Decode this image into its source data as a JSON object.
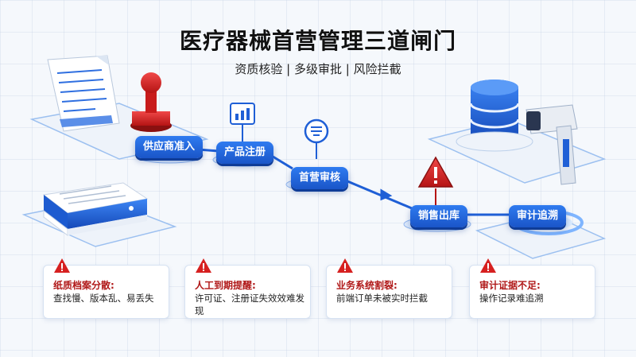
{
  "title": "医疗器械首营管理三道闸门",
  "subtitle": "资质核验 | 多级审批 | 风险拦截",
  "flow_steps": [
    {
      "label": "供应商准入"
    },
    {
      "label": "产品注册"
    },
    {
      "label": "首营审核"
    },
    {
      "label": "销售出库"
    },
    {
      "label": "审计追溯"
    }
  ],
  "risk_cards": [
    {
      "heading": "纸质档案分散:",
      "text": "查找慢、版本乱、易丢失"
    },
    {
      "heading": "人工到期提醒:",
      "text": "许可证、注册证失效效难发现"
    },
    {
      "heading": "业务系统割裂:",
      "text": "前端订单未被实时拦截"
    },
    {
      "heading": "审计证据不足:",
      "text": "操作记录难追溯"
    }
  ],
  "colors": {
    "primary": "#1f5fd6",
    "warning": "#d62020",
    "text_dark": "#111111"
  }
}
